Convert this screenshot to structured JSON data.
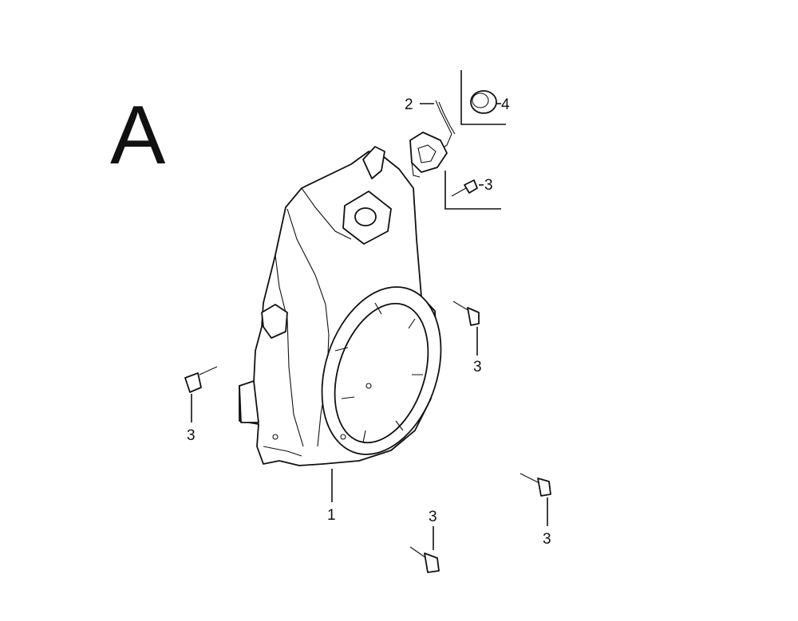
{
  "diagram": {
    "section_letter": "A",
    "callouts": {
      "fan_cover": "1",
      "switch_wire": "2",
      "bolt": "3",
      "grommet": "4"
    }
  }
}
